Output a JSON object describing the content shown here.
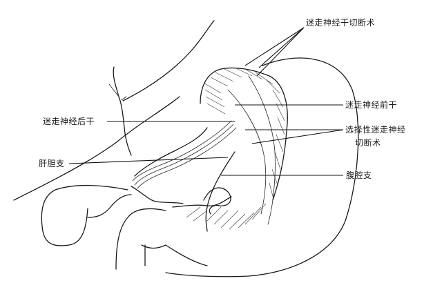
{
  "figure": {
    "subject": "Vagus nerve branches to the stomach and vagotomy sites",
    "labels": {
      "truncal_vagotomy": "迷走神经干切断术",
      "anterior_trunk": "迷走神经前干",
      "selective_vagotomy_line1": "选择性迷走神经",
      "selective_vagotomy_line2": "切断术",
      "posterior_trunk": "迷走神经后干",
      "hepatic_branch": "肝胆支",
      "celiac_branch": "腹腔支"
    },
    "colors": {
      "ink": "#1a1a1a",
      "background": "#ffffff"
    }
  }
}
